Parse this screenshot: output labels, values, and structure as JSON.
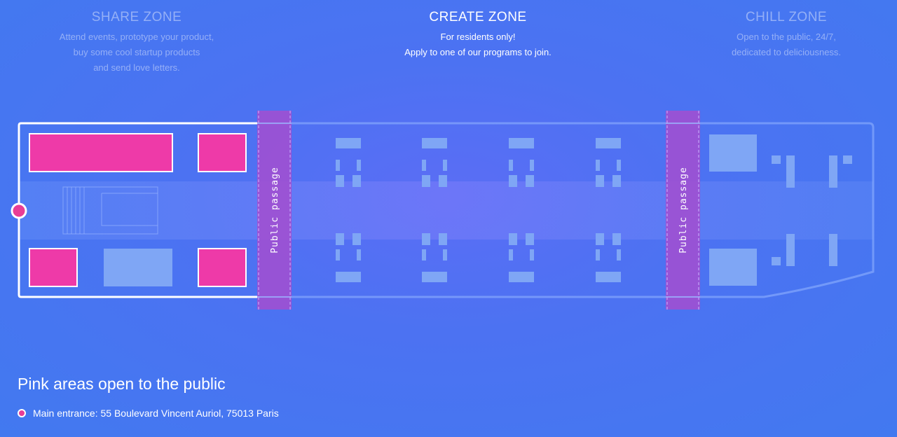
{
  "zones": {
    "share": {
      "title": "SHARE ZONE",
      "lines": [
        "Attend events, prototype your product,",
        "buy some cool startup products",
        "and send love letters."
      ]
    },
    "create": {
      "title": "CREATE ZONE",
      "lines": [
        "For residents only!",
        "Apply to one of our programs to join."
      ]
    },
    "chill": {
      "title": "CHILL ZONE",
      "lines": [
        "Open to the public, 24/7,",
        "dedicated to deliciousness."
      ]
    }
  },
  "floorplan": {
    "passage_left_label": "Public passage",
    "passage_right_label": "Public passage"
  },
  "legend": {
    "title": "Pink areas open to the public",
    "entrance": "Main entrance: 55 Boulevard Vincent Auriol, 75013 Paris"
  },
  "colors": {
    "background": "#4c72f2",
    "pink_public": "#ee3aa8",
    "passage": "#a24fd0",
    "entrance_dot": "#e83d96",
    "furniture": "#7fa6f5"
  },
  "icons": [
    "entrance-marker-icon",
    "stairs-icon",
    "desk-icon"
  ]
}
